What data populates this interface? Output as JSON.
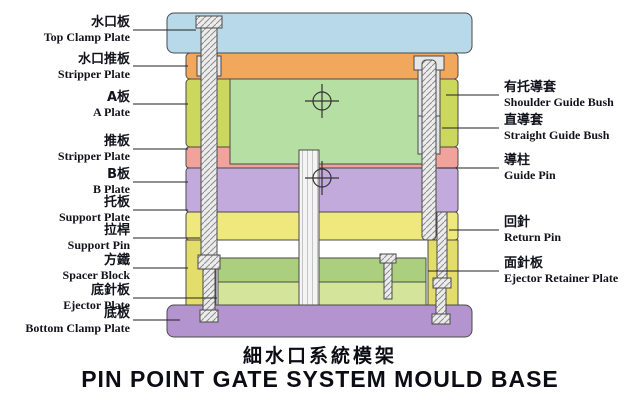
{
  "title": {
    "zh": "細水口系統模架",
    "en": "PIN POINT GATE SYSTEM MOULD BASE"
  },
  "labels": {
    "left": [
      {
        "zh": "水口板",
        "en": "Top Clamp Plate"
      },
      {
        "zh": "水口推板",
        "en": "Stripper Plate"
      },
      {
        "zh": "A板",
        "en": "A Plate"
      },
      {
        "zh": "推板",
        "en": "Stripper Plate"
      },
      {
        "zh": "B板",
        "en": "B Plate"
      },
      {
        "zh": "托板",
        "en": "Support Plate"
      },
      {
        "zh": "拉桿",
        "en": "Support Pin"
      },
      {
        "zh": "方鐵",
        "en": "Spacer Block"
      },
      {
        "zh": "底針板",
        "en": "Ejector Plate"
      },
      {
        "zh": "底板",
        "en": "Bottom Clamp Plate"
      }
    ],
    "right": [
      {
        "zh": "有托導套",
        "en": "Shoulder Guide Bush"
      },
      {
        "zh": "直導套",
        "en": "Straight Guide Bush"
      },
      {
        "zh": "導柱",
        "en": "Guide Pin"
      },
      {
        "zh": "回針",
        "en": "Return Pin"
      },
      {
        "zh": "面針板",
        "en": "Ejector Retainer Plate"
      }
    ]
  },
  "colors": {
    "top_clamp_plate": "#b7d9ea",
    "runner_stripper_plate": "#f2a85c",
    "a_plate": "#ccd75e",
    "cavity_insert": "#b6dfa3",
    "stripper_plate": "#f0a29b",
    "b_plate": "#c2abdc",
    "support_plate": "#efe87d",
    "spacer_block": "#e3dd6b",
    "ejector_retainer_plate": "#accf7f",
    "ejector_plate": "#d4e59b",
    "bottom_clamp_plate": "#b494cf",
    "metal": "#e6e6e6",
    "bush": "#dce4ea",
    "outline": "#4a4a4a"
  }
}
